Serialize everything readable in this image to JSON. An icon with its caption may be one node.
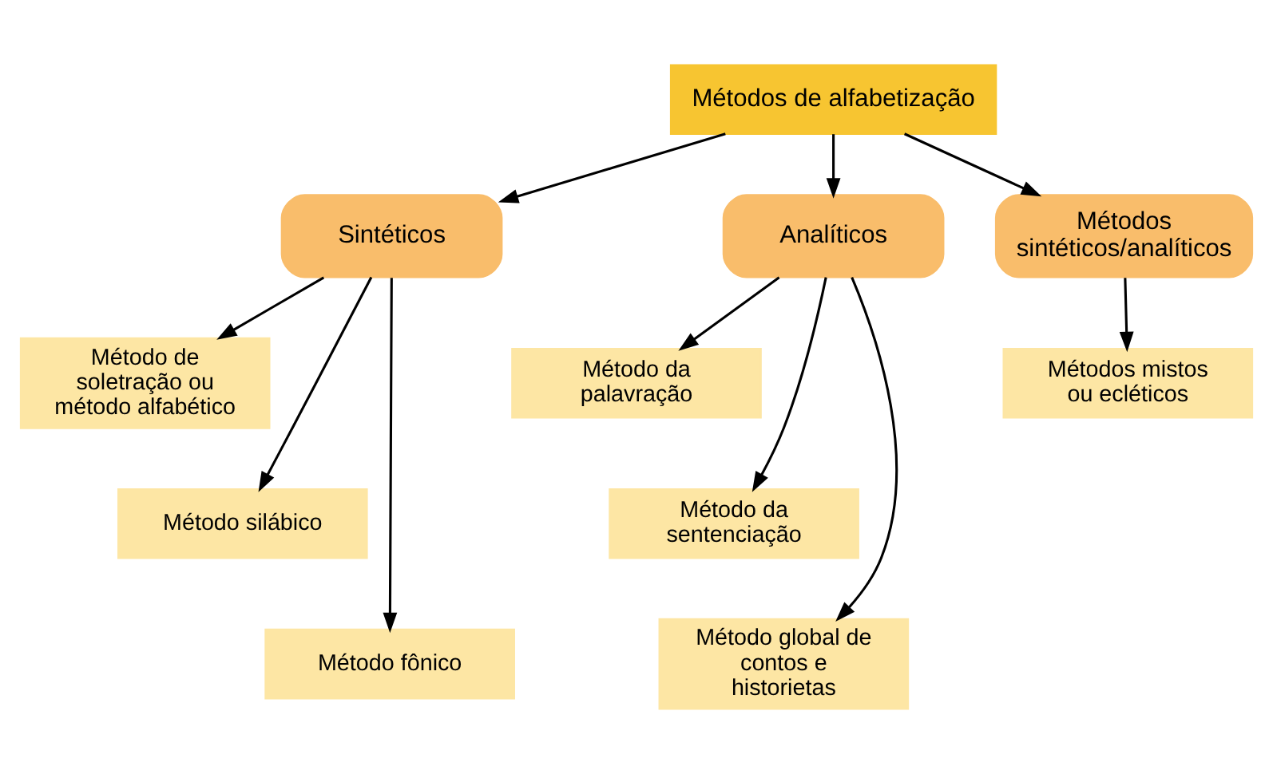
{
  "diagram": {
    "nodes": [
      {
        "text": [
          "Métodos de alfabetização"
        ]
      },
      {
        "text": [
          "Sintéticos"
        ]
      },
      {
        "text": [
          "Analíticos"
        ]
      },
      {
        "text": [
          "Métodos sintéticos/analíticos"
        ]
      },
      {
        "text": [
          "Método de soletração ou método alfabético"
        ]
      },
      {
        "text": [
          "Método silábico"
        ]
      },
      {
        "text": [
          "Método fônico"
        ]
      },
      {
        "text": [
          "Método da palavração"
        ]
      },
      {
        "text": [
          "Método da sentenciação"
        ]
      },
      {
        "text": [
          "Método global de contos e historietas"
        ]
      },
      {
        "text": [
          "Métodos mistos ou ecléticos"
        ]
      }
    ],
    "edges": [
      {
        "from": 0,
        "to": 1,
        "arrow": "to"
      },
      {
        "from": 0,
        "to": 2,
        "arrow": "to"
      },
      {
        "from": 0,
        "to": 3,
        "arrow": "to"
      },
      {
        "from": 1,
        "to": 4,
        "arrow": "to"
      },
      {
        "from": 1,
        "to": 5,
        "arrow": "to"
      },
      {
        "from": 1,
        "to": 6,
        "arrow": "to"
      },
      {
        "from": 2,
        "to": 7,
        "arrow": "to"
      },
      {
        "from": 2,
        "to": 8,
        "arrow": "to"
      },
      {
        "from": 2,
        "to": 9,
        "arrow": "to"
      },
      {
        "from": 3,
        "to": 10,
        "arrow": "to"
      }
    ]
  }
}
